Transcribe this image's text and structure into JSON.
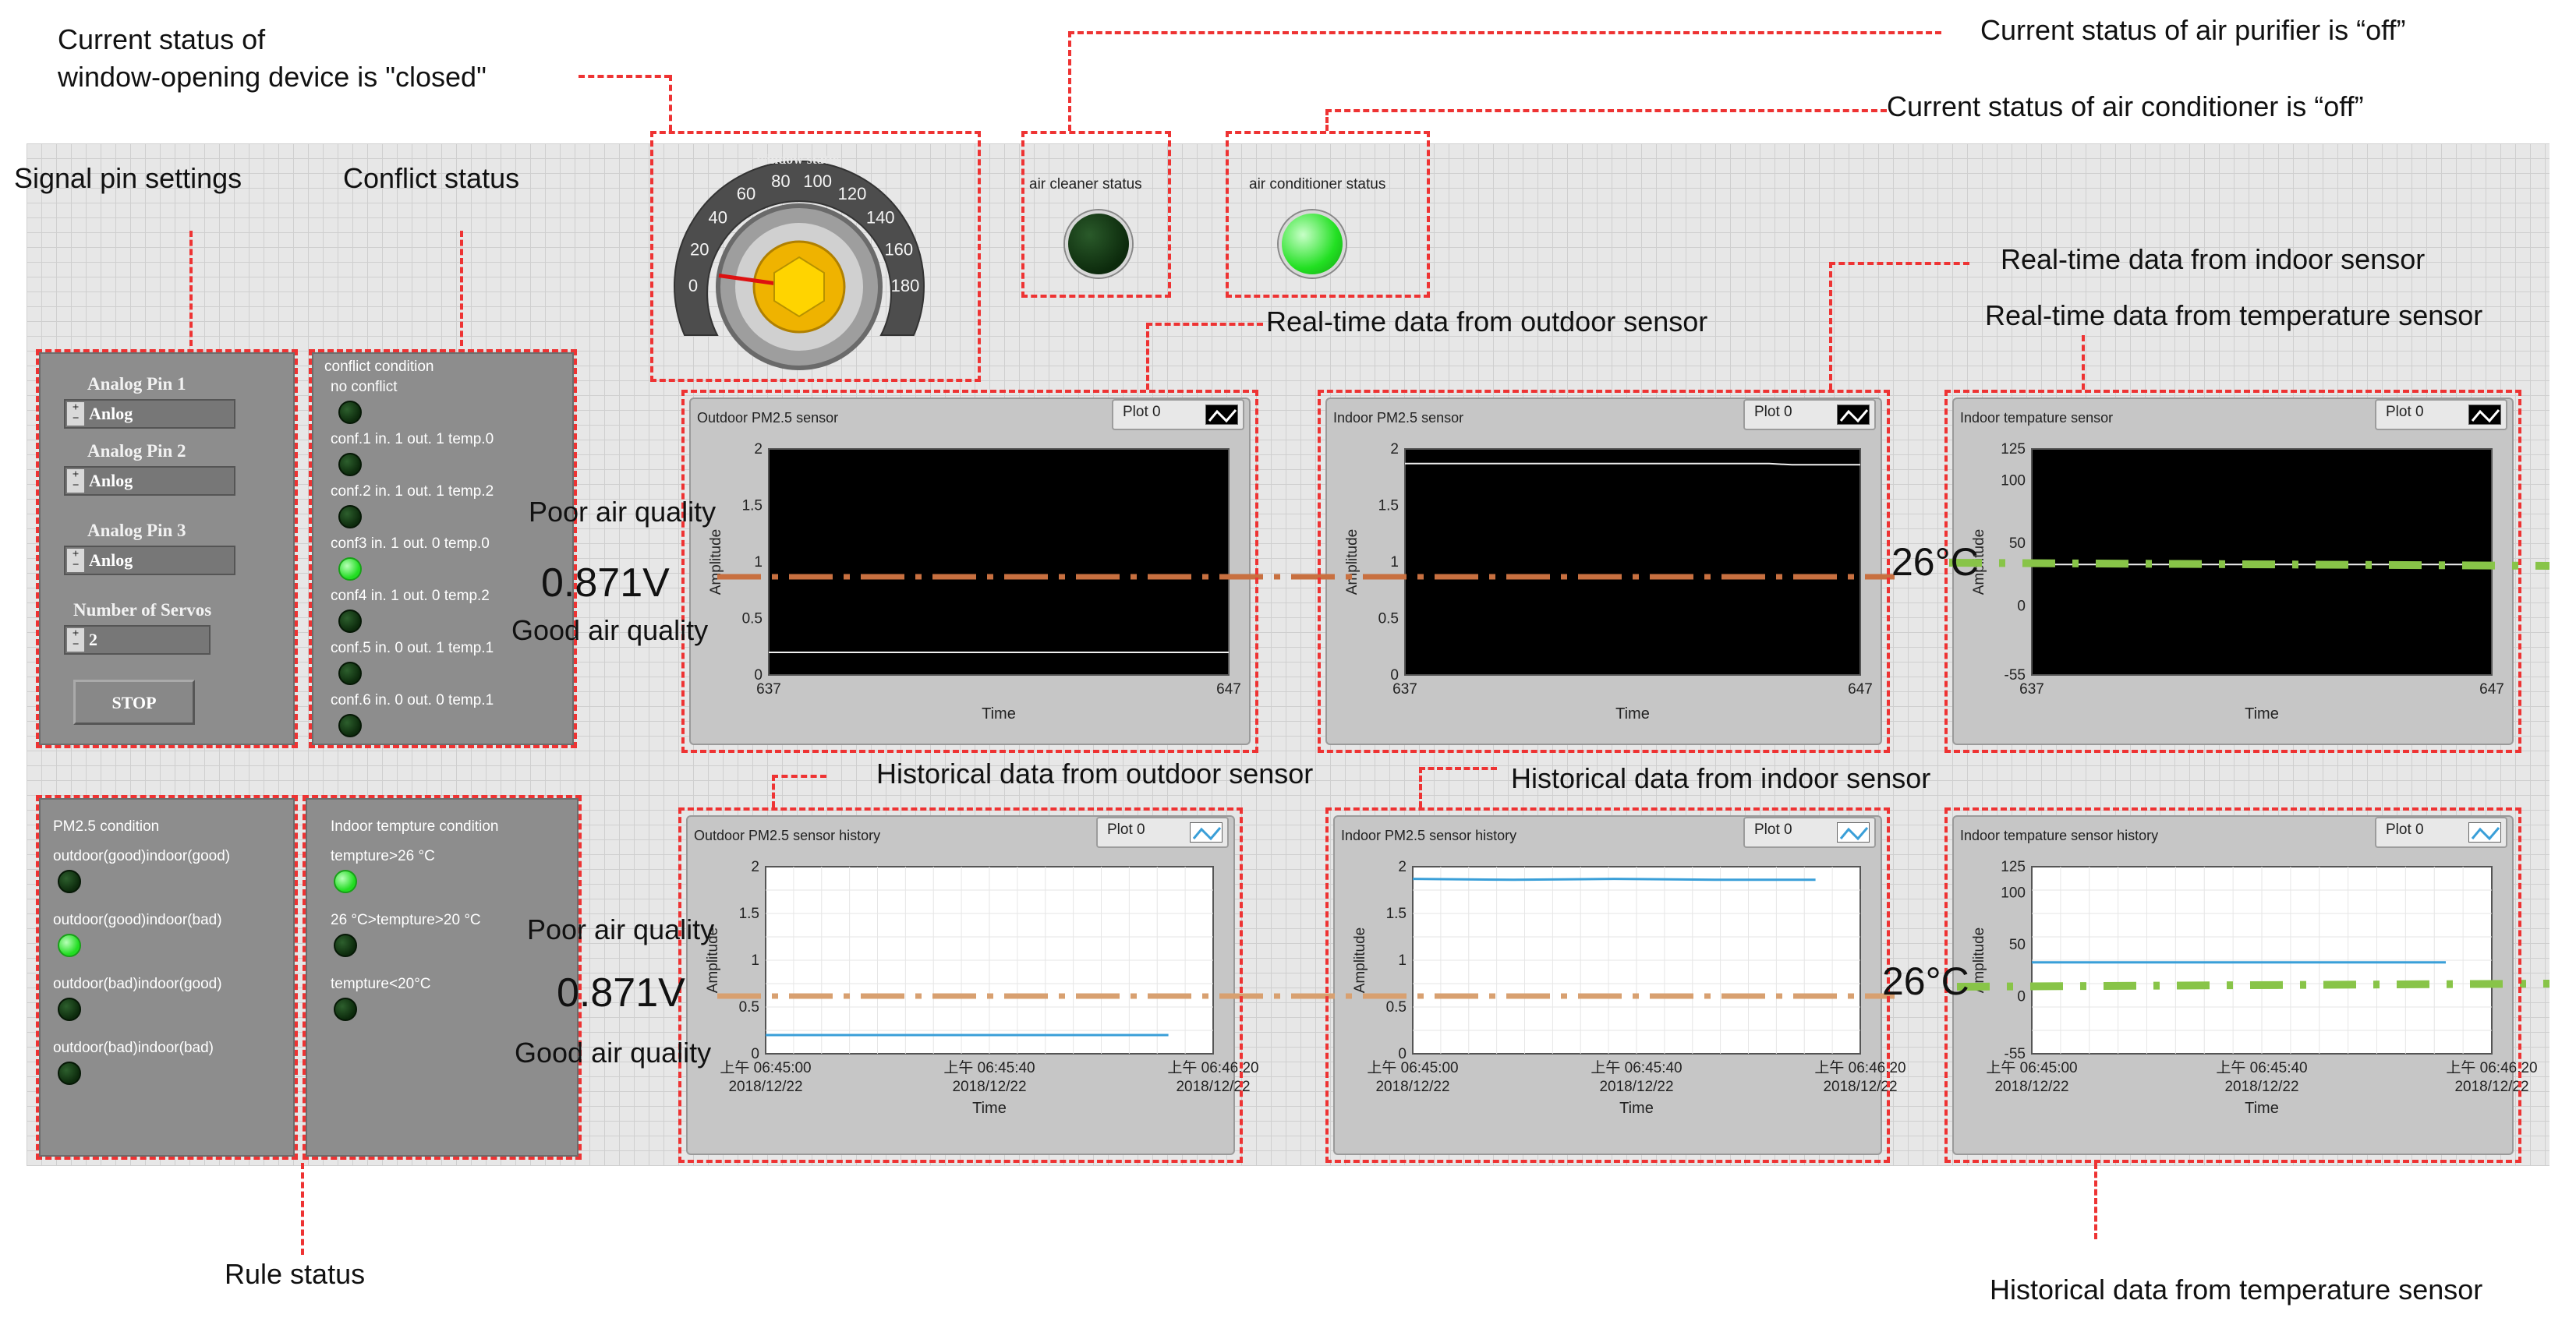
{
  "annotations": {
    "window_device_line1": "Current status of",
    "window_device_line2": "window-opening device is \"closed\"",
    "signal_pin_settings": "Signal pin settings",
    "conflict_status": "Conflict status",
    "air_purifier": "Current status of air purifier is “off”",
    "air_conditioner": "Current status of air conditioner is “off”",
    "indoor_realtime": "Real-time data from indoor sensor",
    "outdoor_realtime": "Real-time data from outdoor sensor",
    "temperature_realtime": "Real-time data from temperature sensor",
    "outdoor_history": "Historical data from outdoor sensor",
    "indoor_history": "Historical data from indoor sensor",
    "temperature_history": "Historical data from temperature sensor",
    "rule_status": "Rule status",
    "poor_air_quality": "Poor air quality",
    "good_air_quality": "Good air quality",
    "threshold_voltage": "0.871V",
    "threshold_temperature": "26°C"
  },
  "pins": {
    "pin1_label": "Analog Pin 1",
    "pin1_value": "Anlog",
    "pin2_label": "Analog Pin 2",
    "pin2_value": "Anlog",
    "pin3_label": "Analog Pin 3",
    "pin3_value": "Anlog",
    "servos_label": "Number of Servos",
    "servos_value": "2",
    "stop_label": "STOP"
  },
  "conflict": {
    "title": "conflict condition",
    "items": [
      {
        "label": "no conflict",
        "on": false
      },
      {
        "label": "conf.1 in. 1 out. 1 temp.0",
        "on": false
      },
      {
        "label": "conf.2 in. 1 out. 1 temp.2",
        "on": false
      },
      {
        "label": "conf3 in. 1 out. 0 temp.0",
        "on": true
      },
      {
        "label": "conf4 in. 1 out. 0 temp.2",
        "on": false
      },
      {
        "label": "conf.5 in. 0 out. 1 temp.1",
        "on": false
      },
      {
        "label": "conf.6 in. 0 out. 0 temp.1",
        "on": false
      }
    ]
  },
  "pm25_condition": {
    "title": "PM2.5 condition",
    "items": [
      {
        "label": "outdoor(good)indoor(good)",
        "on": false
      },
      {
        "label": "outdoor(good)indoor(bad)",
        "on": true
      },
      {
        "label": "outdoor(bad)indoor(good)",
        "on": false
      },
      {
        "label": "outdoor(bad)indoor(bad)",
        "on": false
      }
    ]
  },
  "temp_condition": {
    "title": "Indoor tempture condition",
    "items": [
      {
        "label": "tempture>26 °C",
        "on": true
      },
      {
        "label": "26 °C>tempture>20 °C",
        "on": false
      },
      {
        "label": "tempture<20°C",
        "on": false
      }
    ]
  },
  "gauge": {
    "title": "window status",
    "ticks": [
      "0",
      "20",
      "40",
      "60",
      "80",
      "100",
      "120",
      "140",
      "160",
      "180"
    ],
    "value": 8
  },
  "indicators": {
    "air_cleaner_label": "air cleaner status",
    "air_cleaner_on": false,
    "air_conditioner_label": "air conditioner status",
    "air_conditioner_on": true
  },
  "common": {
    "plot_label": "Plot 0",
    "amplitude": "Amplitude",
    "time": "Time"
  },
  "chart_data": [
    {
      "type": "line",
      "title": "Outdoor PM2.5 sensor",
      "xlabel": "Time",
      "ylabel": "Amplitude",
      "xlim": [
        637,
        647
      ],
      "ylim": [
        0,
        2
      ],
      "yticks": [
        "2",
        "1.5",
        "1",
        "0.5",
        "0"
      ],
      "xticks": [
        "637",
        "647"
      ],
      "series": [
        {
          "x": [
            637,
            647
          ],
          "values": [
            0.2,
            0.2
          ]
        }
      ]
    },
    {
      "type": "line",
      "title": "Indoor PM2.5 sensor",
      "xlabel": "Time",
      "ylabel": "Amplitude",
      "xlim": [
        637,
        647
      ],
      "ylim": [
        0,
        2
      ],
      "yticks": [
        "2",
        "1.5",
        "1",
        "0.5",
        "0"
      ],
      "xticks": [
        "637",
        "647"
      ],
      "series": [
        {
          "x": [
            637,
            645,
            645.5,
            647
          ],
          "values": [
            1.87,
            1.87,
            1.86,
            1.86
          ]
        }
      ]
    },
    {
      "type": "line",
      "title": "Indoor tempature sensor",
      "xlabel": "Time",
      "ylabel": "Amplitude",
      "xlim": [
        637,
        647
      ],
      "ylim": [
        -55,
        125
      ],
      "yticks": [
        "125",
        "100",
        "50",
        "0",
        "-55"
      ],
      "xticks": [
        "637",
        "647"
      ],
      "series": [
        {
          "x": [
            637,
            647
          ],
          "values": [
            33,
            33
          ]
        }
      ]
    },
    {
      "type": "line",
      "title": "Outdoor PM2.5 sensor history",
      "xlabel": "Time",
      "ylabel": "Amplitude",
      "xlim": [
        "06:45:00",
        "06:46:20"
      ],
      "ylim": [
        0,
        2
      ],
      "yticks": [
        "2",
        "1.5",
        "1",
        "0.5",
        "0"
      ],
      "xticks": [
        "上午 06:45:00\n2018/12/22",
        "上午 06:45:40\n2018/12/22",
        "上午 06:46:20\n2018/12/22"
      ],
      "series": [
        {
          "x": [
            "06:45:00",
            "06:46:20"
          ],
          "values": [
            0.2,
            0.2
          ]
        }
      ]
    },
    {
      "type": "line",
      "title": "Indoor PM2.5 sensor history",
      "xlabel": "Time",
      "ylabel": "Amplitude",
      "xlim": [
        "06:45:00",
        "06:46:20"
      ],
      "ylim": [
        0,
        2
      ],
      "yticks": [
        "2",
        "1.5",
        "1",
        "0.5",
        "0"
      ],
      "xticks": [
        "上午 06:45:00\n2018/12/22",
        "上午 06:45:40\n2018/12/22",
        "上午 06:46:20\n2018/12/22"
      ],
      "series": [
        {
          "x": [
            "06:45:00",
            "06:45:20",
            "06:45:40",
            "06:46:00",
            "06:46:20"
          ],
          "values": [
            1.87,
            1.86,
            1.87,
            1.86,
            1.86
          ]
        }
      ]
    },
    {
      "type": "line",
      "title": "Indoor tempature sensor history",
      "xlabel": "Time",
      "ylabel": "Amplitude",
      "xlim": [
        "06:45:00",
        "06:46:20"
      ],
      "ylim": [
        -55,
        125
      ],
      "yticks": [
        "125",
        "100",
        "50",
        "0",
        "-55"
      ],
      "xticks": [
        "上午 06:45:00\n2018/12/22",
        "上午 06:45:40\n2018/12/22",
        "上午 06:46:20\n2018/12/22"
      ],
      "series": [
        {
          "x": [
            "06:45:00",
            "06:46:20"
          ],
          "values": [
            33,
            33
          ]
        }
      ]
    }
  ],
  "colors": {
    "annotation_red": "#ee3333",
    "voltage_threshold": "#c87040",
    "temp_threshold": "#88c448",
    "plot_dark_bg": "#000000",
    "history_line": "#3a9fd8",
    "led_on": "#22dd22",
    "led_off": "#0c2a0c"
  }
}
